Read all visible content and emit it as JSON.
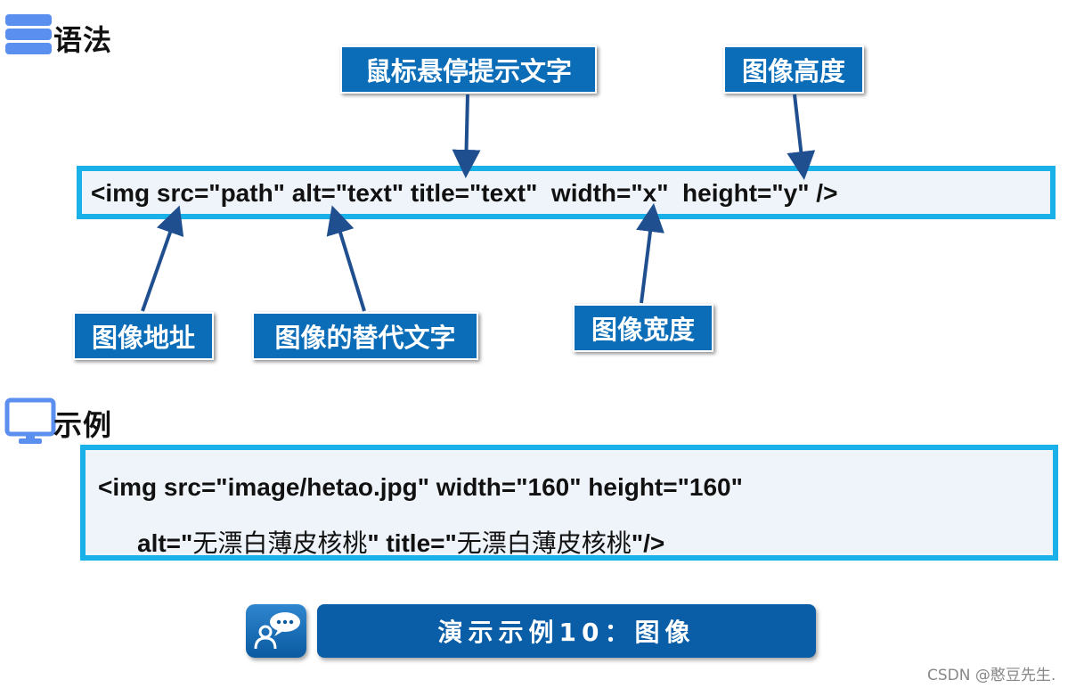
{
  "syntax": {
    "heading": "语法",
    "icon": "server-stack-icon",
    "code": "<img src=\"path\" alt=\"text\" title=\"text\"  width=\"x\"  height=\"y\" />",
    "labels": {
      "title_hint": "鼠标悬停提示文字",
      "height": "图像高度",
      "src": "图像地址",
      "alt": "图像的替代文字",
      "width": "图像宽度"
    }
  },
  "example": {
    "heading": "示例",
    "icon": "monitor-icon",
    "line1": "<img src=\"image/hetao.jpg\" width=\"160\" height=\"160\"",
    "line2_alt_prefix": "alt=\"",
    "line2_alt_value": "无漂白薄皮核桃",
    "line2_title_prefix": "\" title=\"",
    "line2_title_value": "无漂白薄皮核桃",
    "line2_suffix": "\"/>"
  },
  "demo": {
    "icon": "chat-person-icon",
    "label": "演示示例10：图像"
  },
  "watermark": "CSDN @憨豆先生."
}
